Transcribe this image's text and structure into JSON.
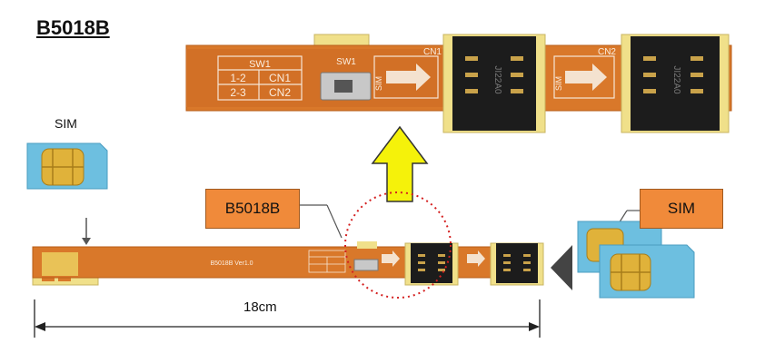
{
  "title": "B5018B",
  "sim_caption": "SIM",
  "callout_model": "B5018B",
  "callout_sim": "SIM",
  "length_label": "18cm",
  "board": {
    "switch_label": "SW1",
    "table_header": "SW1",
    "row1_pos": "1-2",
    "row1_conn": "CN1",
    "row2_pos": "2-3",
    "row2_conn": "CN2",
    "cn1_label": "CN1",
    "cn2_label": "CN2",
    "arrow_text": "SIM",
    "socket_marking": "JI22A0",
    "silkscreen_small": "B5018B  Ver1.0"
  },
  "colors": {
    "flex": "#d9782a",
    "flex_dark": "#b85e18",
    "callout": "#f08a3a",
    "sim_card": "#6dbfe0",
    "sim_chip": "#e0b23a",
    "up_arrow": "#f5f20a",
    "dotted_circle": "#d42020"
  }
}
